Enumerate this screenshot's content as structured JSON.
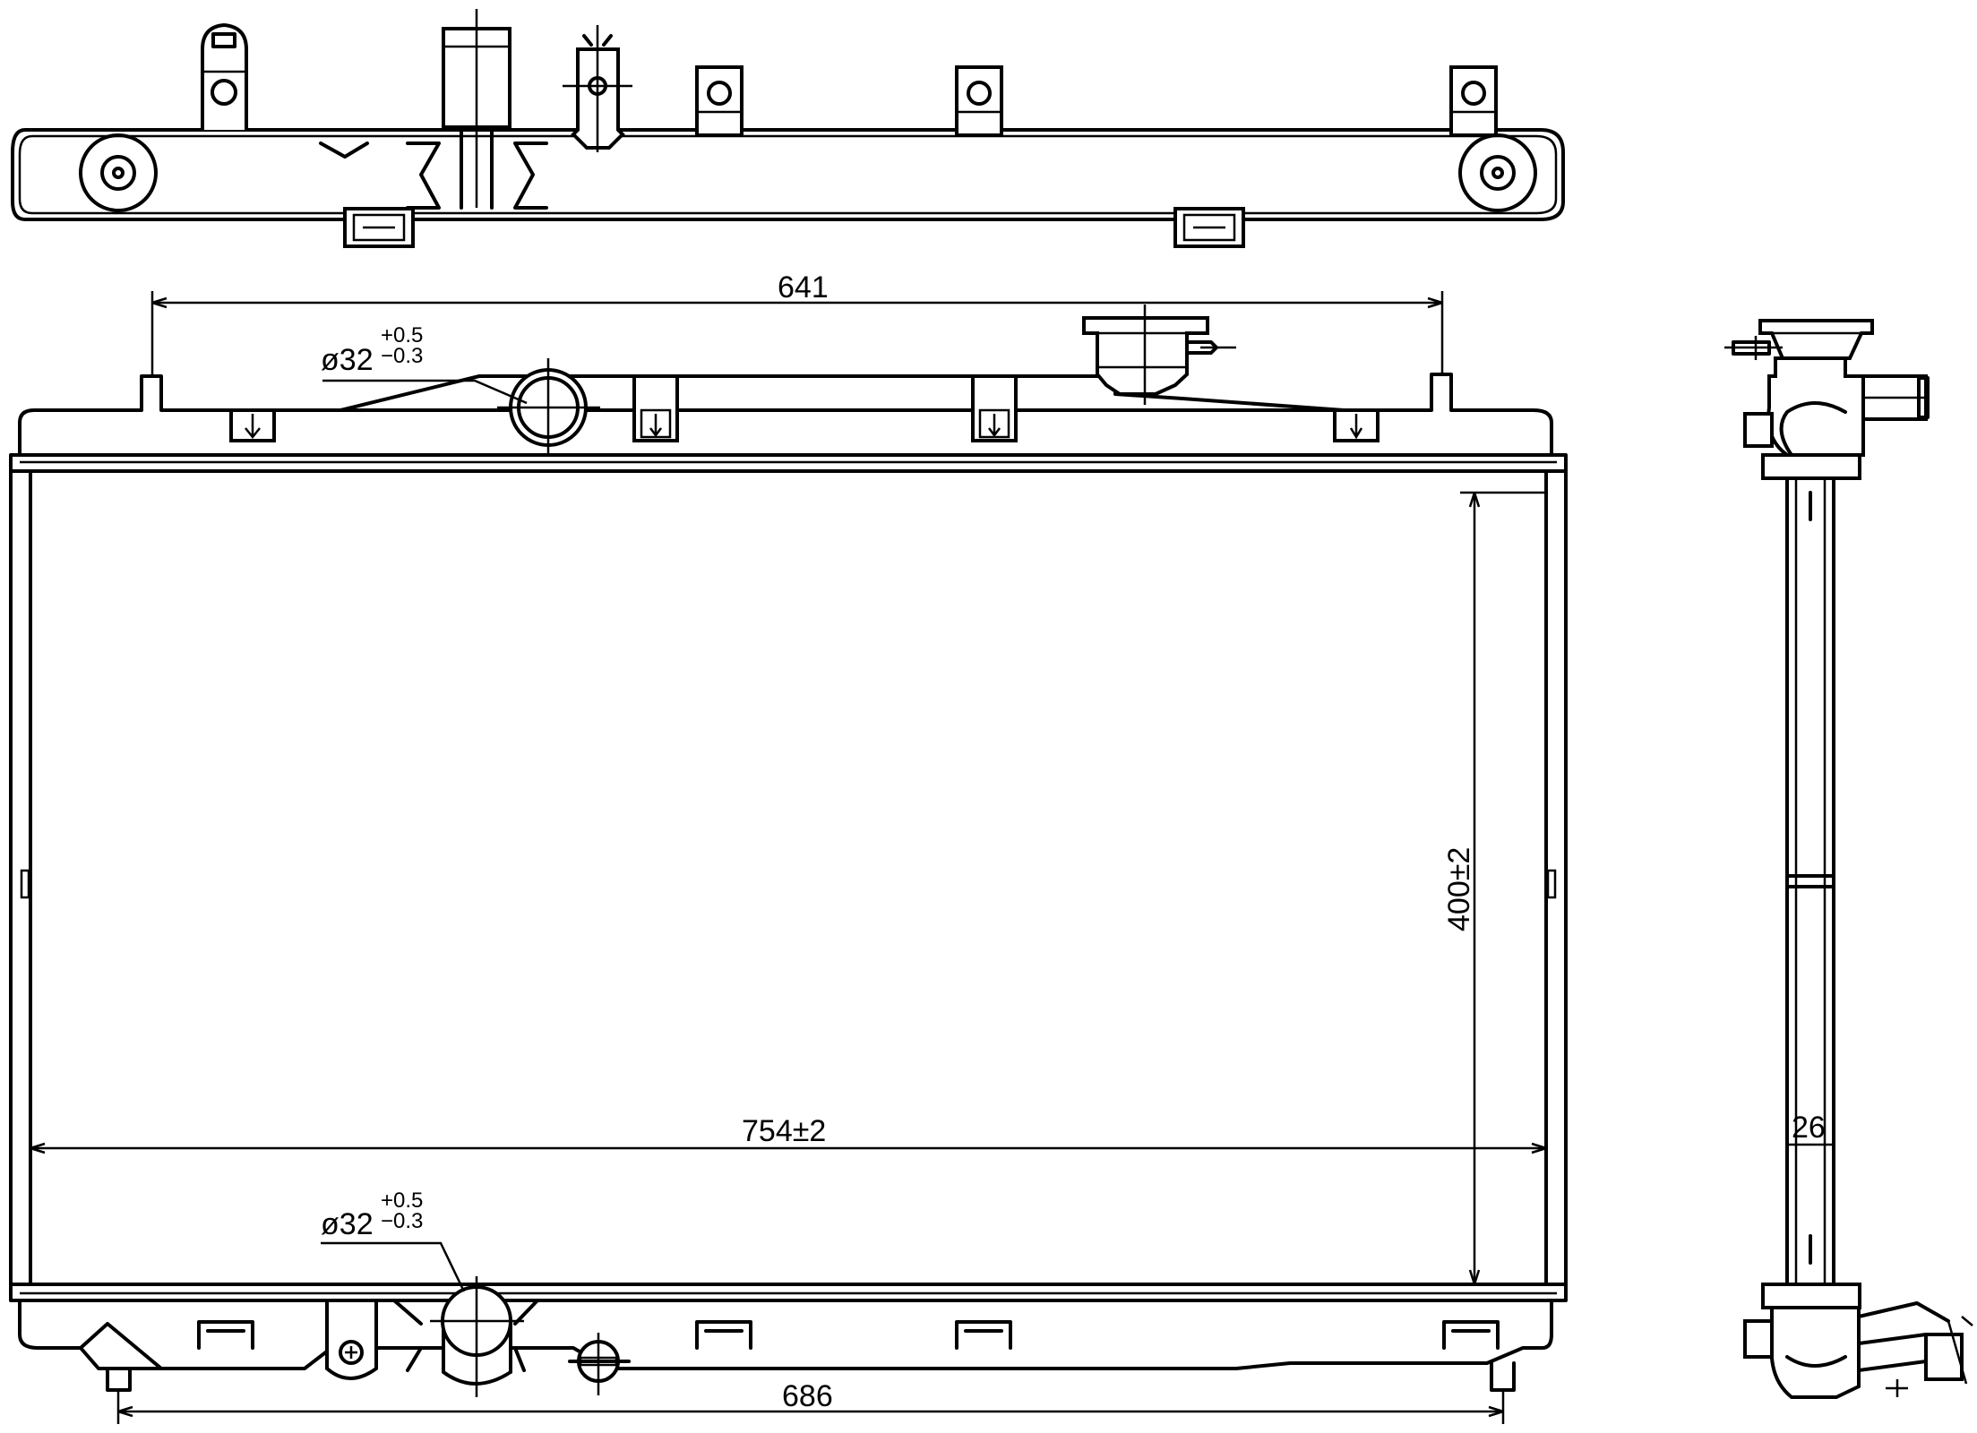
{
  "drawing": {
    "dimensions": {
      "top_bracket_span": "641",
      "core_height": "400±2",
      "core_width": "754±2",
      "bottom_mount_span": "686",
      "core_thickness": "26"
    },
    "inlet_diameter": {
      "symbol": "ø",
      "value": "32",
      "tol_plus": "+0.5",
      "tol_minus": "−0.3"
    },
    "outlet_diameter": {
      "symbol": "ø",
      "value": "32",
      "tol_plus": "+0.5",
      "tol_minus": "−0.3"
    }
  }
}
